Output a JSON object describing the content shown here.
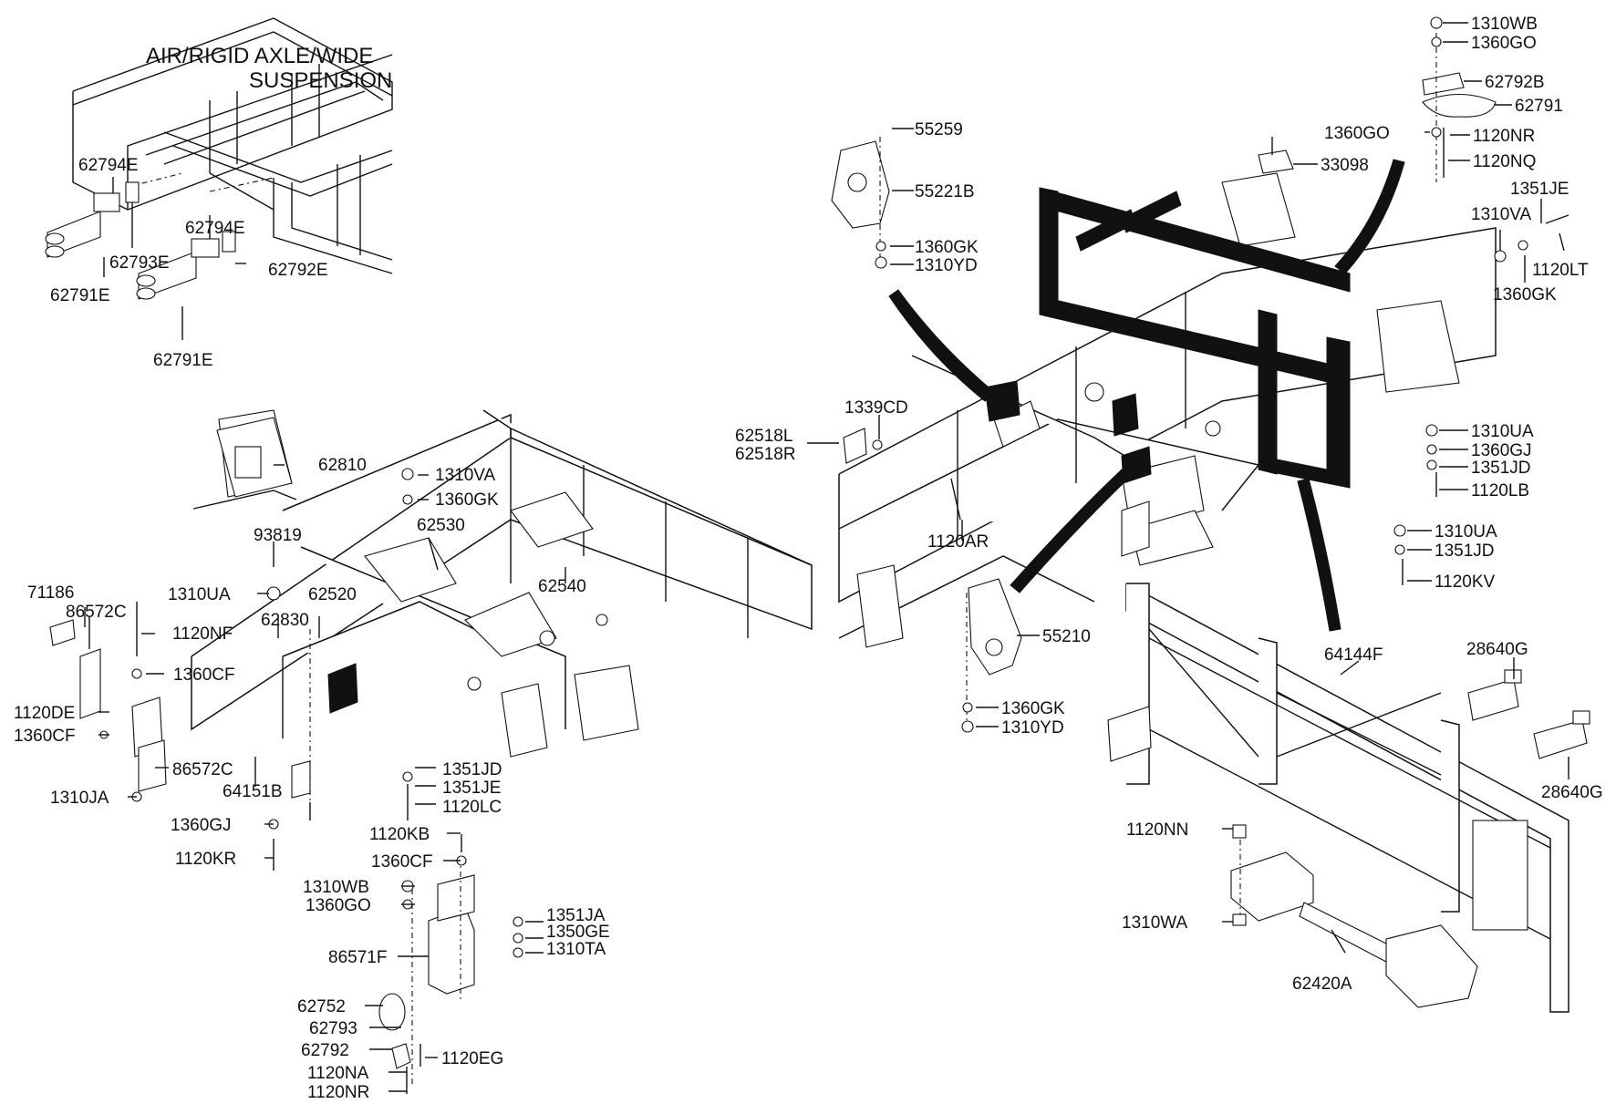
{
  "title_line1": "AIR/RIGID AXLE/WIDE",
  "title_line2": "SUSPENSION",
  "parts": {
    "p62794E_a": "62794E",
    "p62793E": "62793E",
    "p62791E_a": "62791E",
    "p62794E_b": "62794E",
    "p62792E": "62792E",
    "p62791E_b": "62791E",
    "p62810": "62810",
    "p93819": "93819",
    "p71186": "71186",
    "p86572C_a": "86572C",
    "p1120NF": "1120NF",
    "p1310UA_a": "1310UA",
    "p62830": "62830",
    "p62520": "62520",
    "p62530": "62530",
    "p62540": "62540",
    "p1310VA_a": "1310VA",
    "p1360GK_a": "1360GK",
    "p1360CF_a": "1360CF",
    "p1120DE": "1120DE",
    "p1360CF_b": "1360CF",
    "p86572C_b": "86572C",
    "p1310JA": "1310JA",
    "p64151B": "64151B",
    "p1360GJ_a": "1360GJ",
    "p1120KR": "1120KR",
    "p1351JD_a": "1351JD",
    "p1351JE_a": "1351JE",
    "p1120LC": "1120LC",
    "p1120KB": "1120KB",
    "p1360CF_c": "1360CF",
    "p1310WB_a": "1310WB",
    "p1360GO_a": "1360GO",
    "p1351JA": "1351JA",
    "p1350GE": "1350GE",
    "p1310TA": "1310TA",
    "p86571F": "86571F",
    "p62752": "62752",
    "p62793": "62793",
    "p62792": "62792",
    "p1120EG": "1120EG",
    "p1120NA": "1120NA",
    "p1120NR_a": "1120NR",
    "p55259": "55259",
    "p55221B": "55221B",
    "p1360GK_b": "1360GK",
    "p1310YD_a": "1310YD",
    "p1339CD": "1339CD",
    "p62518L": "62518L",
    "p62518R": "62518R",
    "p1120AR": "1120AR",
    "p55210": "55210",
    "p1360GK_c": "1360GK",
    "p1310YD_b": "1310YD",
    "p1310WB_b": "1310WB",
    "p1360GO_b": "1360GO",
    "p62792B": "62792B",
    "p62791": "62791",
    "p1360GO_c": "1360GO",
    "p1120NR_b": "1120NR",
    "p33098": "33098",
    "p1120NQ": "1120NQ",
    "p1351JE_b": "1351JE",
    "p1310VA_b": "1310VA",
    "p1120LT": "1120LT",
    "p1360GK_d": "1360GK",
    "p1310UA_b": "1310UA",
    "p1360GJ_b": "1360GJ",
    "p1351JD_b": "1351JD",
    "p1120LB": "1120LB",
    "p1310UA_c": "1310UA",
    "p1351JD_c": "1351JD",
    "p1120KV": "1120KV",
    "p64144F": "64144F",
    "p28640G_a": "28640G",
    "p28640G_b": "28640G",
    "p1120NN": "1120NN",
    "p1310WA": "1310WA",
    "p62420A": "62420A"
  }
}
